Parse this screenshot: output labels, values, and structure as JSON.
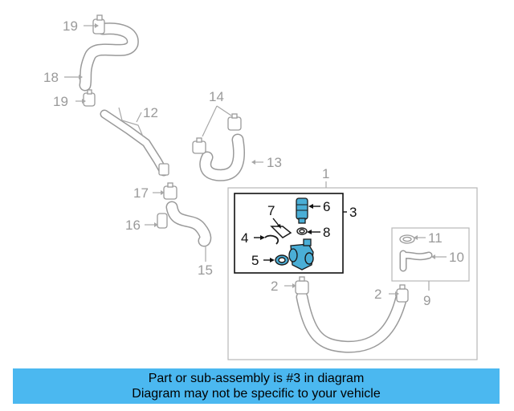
{
  "diagram": {
    "callouts": {
      "c1": "1",
      "c2a": "2",
      "c2b": "2",
      "c3": "3",
      "c4": "4",
      "c5": "5",
      "c6": "6",
      "c7": "7",
      "c8": "8",
      "c9": "9",
      "c10": "10",
      "c11": "11",
      "c12": "12",
      "c13": "13",
      "c14": "14",
      "c15": "15",
      "c16": "16",
      "c17": "17",
      "c18": "18",
      "c19a": "19",
      "c19b": "19"
    },
    "highlighted_callout": "3",
    "colors": {
      "highlight_part": "#4aaed6",
      "line_art": "#9a9a9a",
      "banner": "#4bb8f0"
    }
  },
  "banner": {
    "line1": "Part or sub-assembly is #3 in diagram",
    "line2": "Diagram may not be specific to your vehicle"
  }
}
